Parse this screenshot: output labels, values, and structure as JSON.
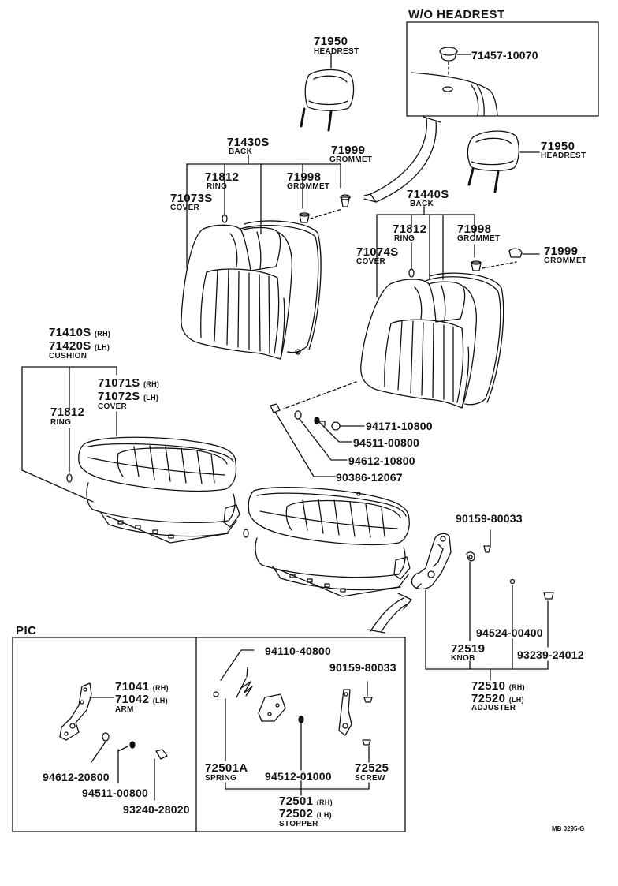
{
  "titles": {
    "wo_headrest": "W/O HEADREST",
    "pic": "PIC"
  },
  "parts": {
    "p71950_a": {
      "number": "71950",
      "name": "HEADREST"
    },
    "p71457": {
      "number": "71457-10070"
    },
    "p71430s": {
      "number": "71430S",
      "name": "BACK"
    },
    "p71999_a": {
      "number": "71999",
      "name": "GROMMET"
    },
    "p71812_a": {
      "number": "71812",
      "name": "RING"
    },
    "p71998_a": {
      "number": "71998",
      "name": "GROMMET"
    },
    "p71073s": {
      "number": "71073S",
      "name": "COVER"
    },
    "p71950_b": {
      "number": "71950",
      "name": "HEADREST"
    },
    "p71440s": {
      "number": "71440S",
      "name": "BACK"
    },
    "p71812_b": {
      "number": "71812",
      "name": "RING"
    },
    "p71998_b": {
      "number": "71998",
      "name": "GROMMET"
    },
    "p71999_b": {
      "number": "71999",
      "name": "GROMMET"
    },
    "p71074s": {
      "number": "71074S",
      "name": "COVER"
    },
    "p71410s": {
      "number": "71410S",
      "suffix": "(RH)"
    },
    "p71420s": {
      "number": "71420S",
      "suffix": "(LH)",
      "name": "CUSHION"
    },
    "p71071s": {
      "number": "71071S",
      "suffix": "(RH)"
    },
    "p71072s": {
      "number": "71072S",
      "suffix": "(LH)",
      "name": "COVER"
    },
    "p71812_c": {
      "number": "71812",
      "name": "RING"
    },
    "p94171": {
      "number": "94171-10800"
    },
    "p94511_a": {
      "number": "94511-00800"
    },
    "p94612_a": {
      "number": "94612-10800"
    },
    "p90386": {
      "number": "90386-12067"
    },
    "p90159_a": {
      "number": "90159-80033"
    },
    "p72519": {
      "number": "72519",
      "name": "KNOB"
    },
    "p94524": {
      "number": "94524-00400"
    },
    "p93239": {
      "number": "93239-24012"
    },
    "p72510": {
      "number": "72510",
      "suffix": "(RH)"
    },
    "p72520": {
      "number": "72520",
      "suffix": "(LH)",
      "name": "ADJUSTER"
    },
    "p71041": {
      "number": "71041",
      "suffix": "(RH)"
    },
    "p71042": {
      "number": "71042",
      "suffix": "(LH)",
      "name": "ARM"
    },
    "p94612_b": {
      "number": "94612-20800"
    },
    "p94511_b": {
      "number": "94511-00800"
    },
    "p93240": {
      "number": "93240-28020"
    },
    "p94110": {
      "number": "94110-40800"
    },
    "p90159_b": {
      "number": "90159-80033"
    },
    "p72501a": {
      "number": "72501A",
      "name": "SPRING"
    },
    "p94512": {
      "number": "94512-01000"
    },
    "p72525": {
      "number": "72525",
      "name": "SCREW"
    },
    "p72501": {
      "number": "72501",
      "suffix": "(RH)"
    },
    "p72502": {
      "number": "72502",
      "suffix": "(LH)",
      "name": "STOPPER"
    }
  },
  "footer": {
    "ref_code": "MB 0295-G"
  }
}
